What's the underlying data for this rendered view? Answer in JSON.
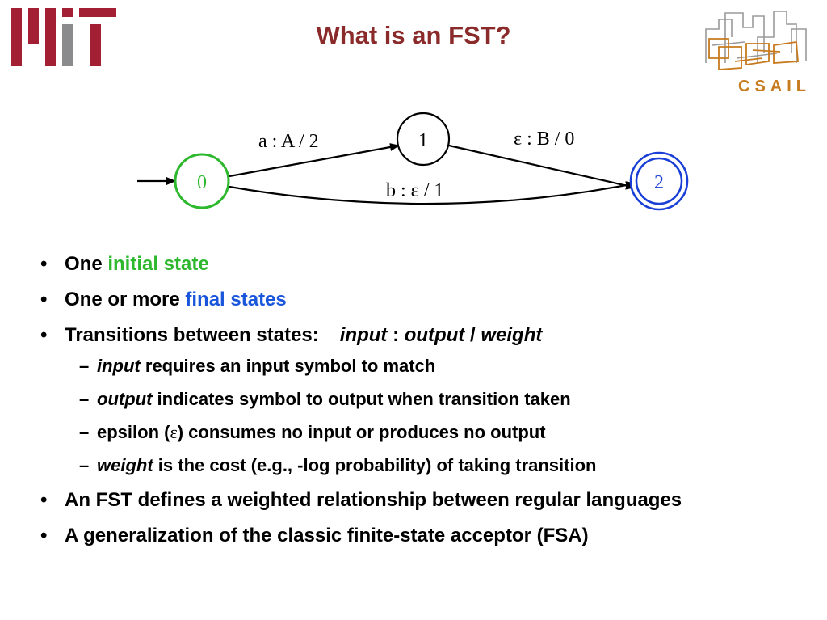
{
  "slide": {
    "title": "What is an FST?"
  },
  "logos": {
    "csail_text": "CSAIL"
  },
  "diagram": {
    "states": [
      {
        "id": "0",
        "label": "0",
        "type": "initial",
        "color": "#2eb82e"
      },
      {
        "id": "1",
        "label": "1",
        "type": "normal",
        "color": "#000000"
      },
      {
        "id": "2",
        "label": "2",
        "type": "final",
        "color": "#1a3fd6"
      }
    ],
    "transitions": [
      {
        "from": "0",
        "to": "1",
        "label": "a : A / 2"
      },
      {
        "from": "1",
        "to": "2",
        "label": "ε : B / 0"
      },
      {
        "from": "0",
        "to": "2",
        "label": "b : ε / 1"
      }
    ]
  },
  "bullets": {
    "b1": {
      "pre": "One ",
      "hl": "initial state"
    },
    "b2": {
      "pre": "One or more ",
      "hl": "final states"
    },
    "b3": {
      "pre": "Transitions between states:",
      "input": "input",
      "colon": " : ",
      "output": "output",
      "slash": " / ",
      "weight": "weight"
    },
    "s1": {
      "em": "input",
      "rest": " requires an input symbol to match"
    },
    "s2": {
      "em": "output",
      "rest": " indicates symbol to output when transition taken"
    },
    "s3": {
      "pre": "epsilon (",
      "sym": "ε",
      "rest": ") consumes no input or produces no output"
    },
    "s4": {
      "em": "weight",
      "rest": " is the cost (e.g., -log probability) of taking transition"
    },
    "b4": "An FST defines a weighted relationship between regular languages",
    "b5": "A generalization of the classic finite-state acceptor (FSA)",
    "bullet_mark": "•",
    "dash_mark": "–"
  },
  "colors": {
    "title": "#8b2a2a",
    "initial_highlight": "#2eb82e",
    "final_highlight": "#1a56db",
    "mit_red": "#a31f34",
    "mit_gray": "#8a8b8c",
    "csail_orange": "#c77b1e"
  }
}
